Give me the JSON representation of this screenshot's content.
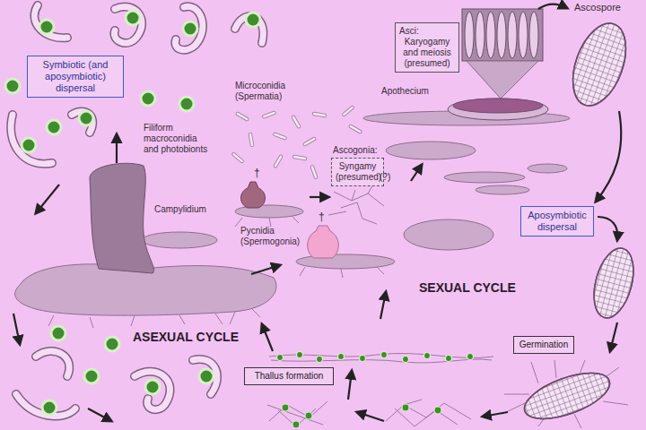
{
  "diagram": {
    "nodes": [
      {
        "text": [
          "Symbiotic (and aposymbiotic) dispersal"
        ]
      },
      {
        "text": [
          "Asci:",
          "Karyogamy and meiosis (presumed)"
        ]
      },
      {
        "text": [
          "Ascogonia:",
          "Syngamy (presumed)"
        ]
      },
      {
        "text": [
          "Aposymbiotic dispersal"
        ]
      },
      {
        "text": [
          "Germination"
        ]
      },
      {
        "text": [
          "Thallus formation"
        ]
      }
    ],
    "labels": [
      "Ascospore",
      "Filiform macroconidia and photobionts",
      "Microconidia (Spermatia)",
      "Apothecium",
      "†",
      "(?)",
      "Campylidium",
      "†",
      "Pycnidia (Spermogonia)",
      "SEXUAL CYCLE",
      "ASEXUAL CYCLE"
    ]
  }
}
